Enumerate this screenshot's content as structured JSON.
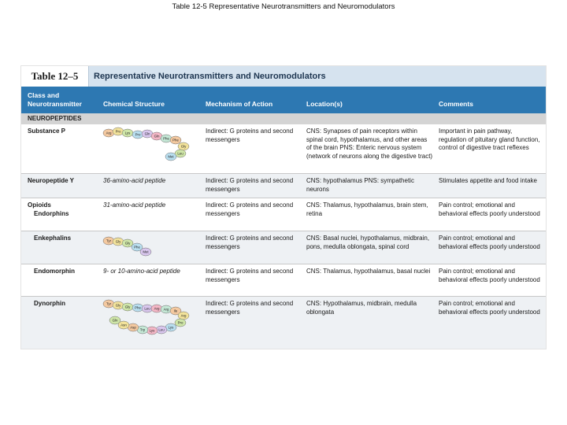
{
  "slide": {
    "title": "Table 12-5 Representative Neurotransmitters and Neuromodulators"
  },
  "table": {
    "tag": "Table 12–5",
    "title": "Representative Neurotransmitters and Neuromodulators",
    "headers": {
      "class_line1": "Class and",
      "class_line2": "Neurotransmitter",
      "structure": "Chemical Structure",
      "mechanism": "Mechanism of Action",
      "location": "Location(s)",
      "comments": "Comments"
    },
    "section": "NEUROPEPTIDES",
    "rows": [
      {
        "name": "Substance P",
        "structure": "",
        "mechanism": "Indirect: G proteins and second messengers",
        "location": "CNS: Synapses of pain receptors within spinal cord, hypothalamus, and other areas of the brain PNS: Enteric nervous system (network of neurons along the digestive tract)",
        "comments": "Important in pain pathway, regulation of pituitary gland function, control of digestive tract reflexes"
      },
      {
        "name": "Neuropeptide Y",
        "structure": "36-amino-acid peptide",
        "mechanism": "Indirect: G proteins and second messengers",
        "location": "CNS: hypothalamus PNS: sympathetic neurons",
        "comments": "Stimulates appetite and food intake"
      },
      {
        "name_line1": "Opioids",
        "name_line2": "Endorphins",
        "structure": "31-amino-acid peptide",
        "mechanism": "Indirect: G proteins and second messengers",
        "location": "CNS: Thalamus, hypothalamus, brain stem, retina",
        "comments": "Pain control; emotional and behavioral effects poorly understood"
      },
      {
        "name": "Enkephalins",
        "structure": "",
        "mechanism": "Indirect: G proteins and second messengers",
        "location": "CNS: Basal nuclei, hypothalamus, midbrain, pons, medulla oblongata, spinal cord",
        "comments": "Pain control; emotional and behavioral effects poorly understood"
      },
      {
        "name": "Endomorphin",
        "structure": "9- or 10-amino-acid peptide",
        "mechanism": "Indirect: G proteins and second messengers",
        "location": "CNS: Thalamus, hypothalamus, basal nuclei",
        "comments": "Pain control; emotional and behavioral effects poorly understood"
      },
      {
        "name": "Dynorphin",
        "structure": "",
        "mechanism": "Indirect: G proteins and second messengers",
        "location": "CNS: Hypothalamus, midbrain, medulla oblongata",
        "comments": "Pain control; emotional and behavioral effects poorly understood"
      }
    ]
  },
  "chains": {
    "substance_p": [
      "Arg",
      "Pro",
      "Lys",
      "Pro",
      "Gln",
      "Gln",
      "Phe",
      "Phe",
      "Gly",
      "Leu",
      "Met"
    ],
    "enkephalin": [
      "Tyr",
      "Gly",
      "Gly",
      "Phe",
      "Met"
    ],
    "dynorphin": [
      "Tyr",
      "Gly",
      "Gly",
      "Phe",
      "Leu",
      "Arg",
      "Arg",
      "Ile",
      "Arg",
      "Pro",
      "Lys",
      "Leu",
      "Lys",
      "Trp",
      "Asp",
      "Asn",
      "Gln"
    ]
  },
  "colors": {
    "header_band": "#d6e3ef",
    "column_header": "#2d78b2",
    "section_row": "#d4d4d4",
    "amino_acid_palette": [
      "#f4c9a0",
      "#f3e39b",
      "#cfe6a8",
      "#b9dff0",
      "#d9c7ee",
      "#f4b7c6",
      "#c5e8d6"
    ]
  }
}
